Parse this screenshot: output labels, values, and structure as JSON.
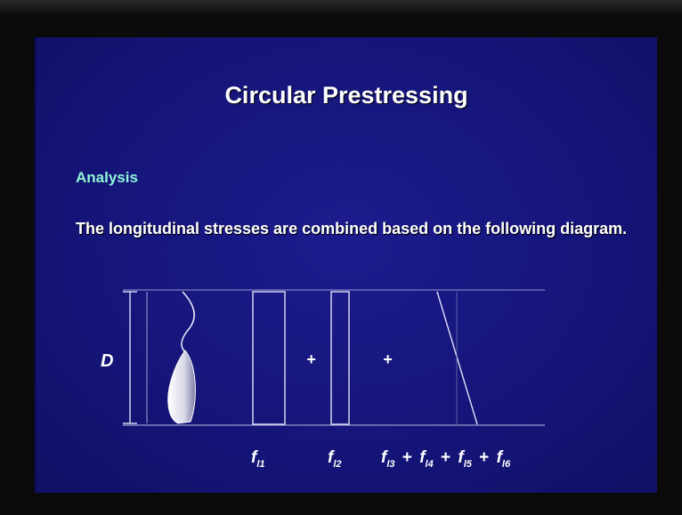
{
  "slide": {
    "title": "Circular Prestressing",
    "section_heading": "Analysis",
    "paragraph": "The longitudinal stresses are combined  based on the following diagram."
  },
  "diagram": {
    "depth_label": "D",
    "operators": [
      "+",
      "+"
    ],
    "stress_labels": [
      {
        "base": "f",
        "sub": "l1"
      },
      {
        "base": "f",
        "sub": "l2"
      },
      {
        "base": "f",
        "sub": "l3",
        "rest": [
          {
            "op": "+",
            "base": "f",
            "sub": "l4"
          },
          {
            "op": "+",
            "base": "f",
            "sub": "l5"
          },
          {
            "op": "+",
            "base": "f",
            "sub": "l6"
          }
        ]
      }
    ]
  },
  "colors": {
    "background": "#15157a",
    "title": "#ffffff",
    "section_heading": "#8ff5d8",
    "lines": "#c8c8e8"
  }
}
